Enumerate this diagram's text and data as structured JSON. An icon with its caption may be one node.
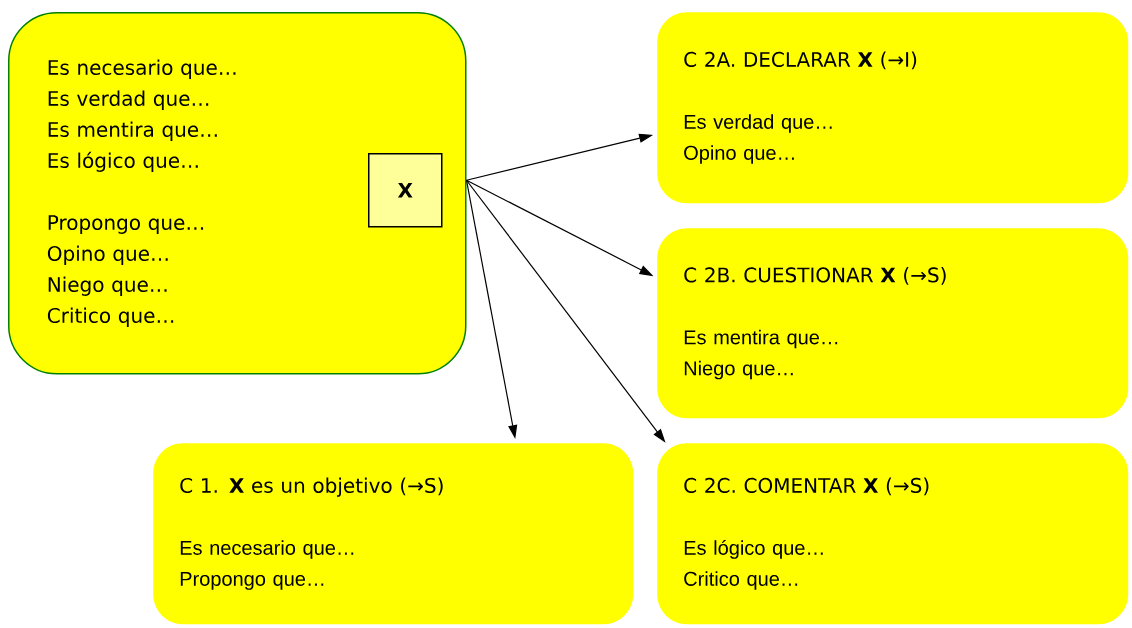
{
  "diagram": {
    "nodes": [
      {
        "text": [
          "Es necesario que…",
          "Es verdad que…",
          "Es mentira que…",
          "Es lógico que…",
          "Propongo que…",
          "Opino que…",
          "Niego que…",
          "Critico que…"
        ]
      },
      {
        "text": [
          "X"
        ],
        "in": 0
      },
      {
        "text": [
          "C 2A. DECLARAR **X** (→I)",
          "Es verdad que…",
          "Opino que…"
        ]
      },
      {
        "text": [
          "C 2B. CUESTIONAR **X** (→S)",
          "Es mentira que…",
          "Niego que…"
        ]
      },
      {
        "text": [
          "C 1. **X** es un objetivo (→S)",
          "Es necesario que…",
          "Propongo que…"
        ]
      },
      {
        "text": [
          "C 2C. COMENTAR **X** (→S)",
          "Es lógico que…",
          "Critico que…"
        ]
      }
    ],
    "edges": [
      {
        "from": 0,
        "to": 2,
        "arrow": "to"
      },
      {
        "from": 0,
        "to": 3,
        "arrow": "to"
      },
      {
        "from": 0,
        "to": 4,
        "arrow": "to"
      },
      {
        "from": 0,
        "to": 5,
        "arrow": "to"
      }
    ]
  }
}
